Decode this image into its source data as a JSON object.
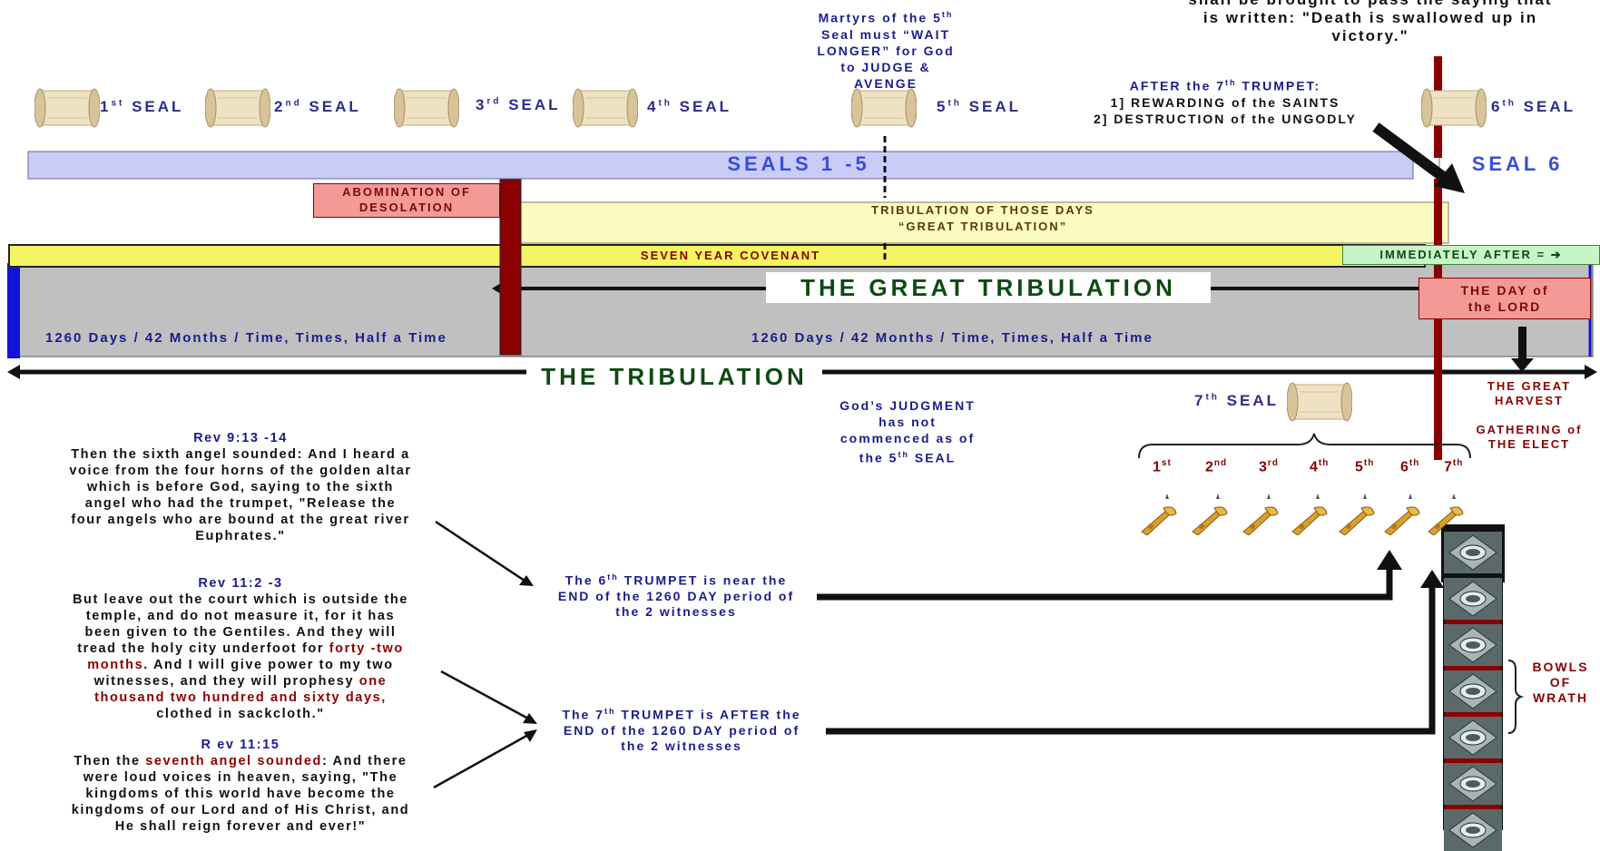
{
  "top_quote": [
    "shall be brought to pass the saying that",
    "is written: \"Death is swallowed up in",
    "victory.\""
  ],
  "martyrs_note": [
    "Martyrs of the 5",
    "Seal must “WAIT",
    "LONGER” for God",
    "to JUDGE &",
    "AVENGE"
  ],
  "after_trumpet": {
    "title_pre": "AFTER the 7",
    "title_post": " TRUMPET:",
    "line1": "1] REWARDING of the SAINTS",
    "line2": "2] DESTRUCTION of the UNGODLY"
  },
  "seals": [
    {
      "num": "1",
      "sup": "st",
      "label": " SEAL"
    },
    {
      "num": "2",
      "sup": "nd",
      "label": " SEAL"
    },
    {
      "num": "3",
      "sup": "rd",
      "label": " SEAL"
    },
    {
      "num": "4",
      "sup": "th",
      "label": " SEAL"
    },
    {
      "num": "5",
      "sup": "th",
      "label": " SEAL"
    },
    {
      "num": "6",
      "sup": "th",
      "label": " SEAL"
    }
  ],
  "seals_bar": {
    "left": "SEALS 1 -5",
    "right": "SEAL 6"
  },
  "abomination": [
    "ABOMINATION OF",
    "DESOLATION"
  ],
  "tribulation_days": [
    "TRIBULATION OF THOSE DAYS",
    "“GREAT TRIBULATION”"
  ],
  "covenant": "SEVEN YEAR COVENANT",
  "immediately_after": "IMMEDIATELY AFTER = ➔",
  "great_tribulation": "THE GREAT TRIBULATION",
  "day_of_lord": [
    "THE DAY of",
    "the LORD"
  ],
  "period_left": "1260 Days / 42 Months / Time, Times, Half a Time",
  "period_right": "1260 Days / 42 Months / Time, Times, Half a Time",
  "the_tribulation": "THE TRIBULATION",
  "judgment_note": [
    "God’s JUDGMENT",
    "has not",
    "commenced as of",
    "the 5"
  ],
  "judgment_note_tail": " SEAL",
  "seventh_seal": {
    "num": "7",
    "sup": "th",
    "label": " SEAL"
  },
  "harvest": [
    "THE GREAT",
    "HARVEST"
  ],
  "gathering": [
    "GATHERING of",
    "THE ELECT"
  ],
  "trumpets": [
    {
      "num": "1",
      "sup": "st"
    },
    {
      "num": "2",
      "sup": "nd"
    },
    {
      "num": "3",
      "sup": "rd"
    },
    {
      "num": "4",
      "sup": "th"
    },
    {
      "num": "5",
      "sup": "th"
    },
    {
      "num": "6",
      "sup": "th"
    },
    {
      "num": "7",
      "sup": "th"
    }
  ],
  "bowls_label": [
    "BOWLS",
    "OF",
    "WRATH"
  ],
  "verse1": {
    "ref": "Rev 9:13 -14",
    "lines": [
      "Then the sixth angel sounded: And I heard a",
      "voice from the four horns of the golden altar",
      "which is before God, saying to the sixth",
      "angel who had the trumpet, \"Release the",
      "four angels who are bound at the great river",
      "Euphrates.\""
    ]
  },
  "verse2": {
    "ref": "Rev 11:2 -3",
    "l1": "But leave out the court which is outside the",
    "l2": "temple, and do not measure it, for it has",
    "l3": "been given to the Gentiles. And they will",
    "l4a": "tread the holy city underfoot for ",
    "l4b": "forty -two",
    "l5a": "months",
    "l5b": ". And I will give power to my two",
    "l6a": "witnesses, and they will prophesy ",
    "l6b": "one",
    "l7": "thousand two hundred and sixty days,",
    "l8": "clothed in sackcloth.\""
  },
  "verse3": {
    "ref": "R ev 11:15",
    "l1a": "Then the ",
    "l1b": "seventh angel sounded",
    "l1c": ": And there",
    "l2": "were loud voices in heaven, saying, \"The",
    "l3": "kingdoms of this world have become the",
    "l4": "kingdoms of our Lord and of His Christ, and",
    "l5": "He shall reign forever and ever!\""
  },
  "sixth_trumpet_note": {
    "pre": "The 6",
    "sup": "th",
    "post": " TRUMPET is near the",
    "l2": "END of the 1260 DAY period of",
    "l3": "the 2 witnesses"
  },
  "seventh_trumpet_note": {
    "pre": "The 7",
    "sup": "th",
    "post": " TRUMPET is AFTER the",
    "l2": "END of the 1260 DAY period of",
    "l3": "the 2 witnesses"
  },
  "colors": {
    "navy": "#1c1c8c",
    "maroon": "#8b0000",
    "green": "#0e4a12",
    "seal_bar": "#c9ccf7",
    "salmon": "#f49a96",
    "cream": "#fcfcc2",
    "yellow": "#f5f564",
    "mint": "#c8f5c8",
    "gray": "#c0c0c0",
    "blue": "#1313d6"
  }
}
